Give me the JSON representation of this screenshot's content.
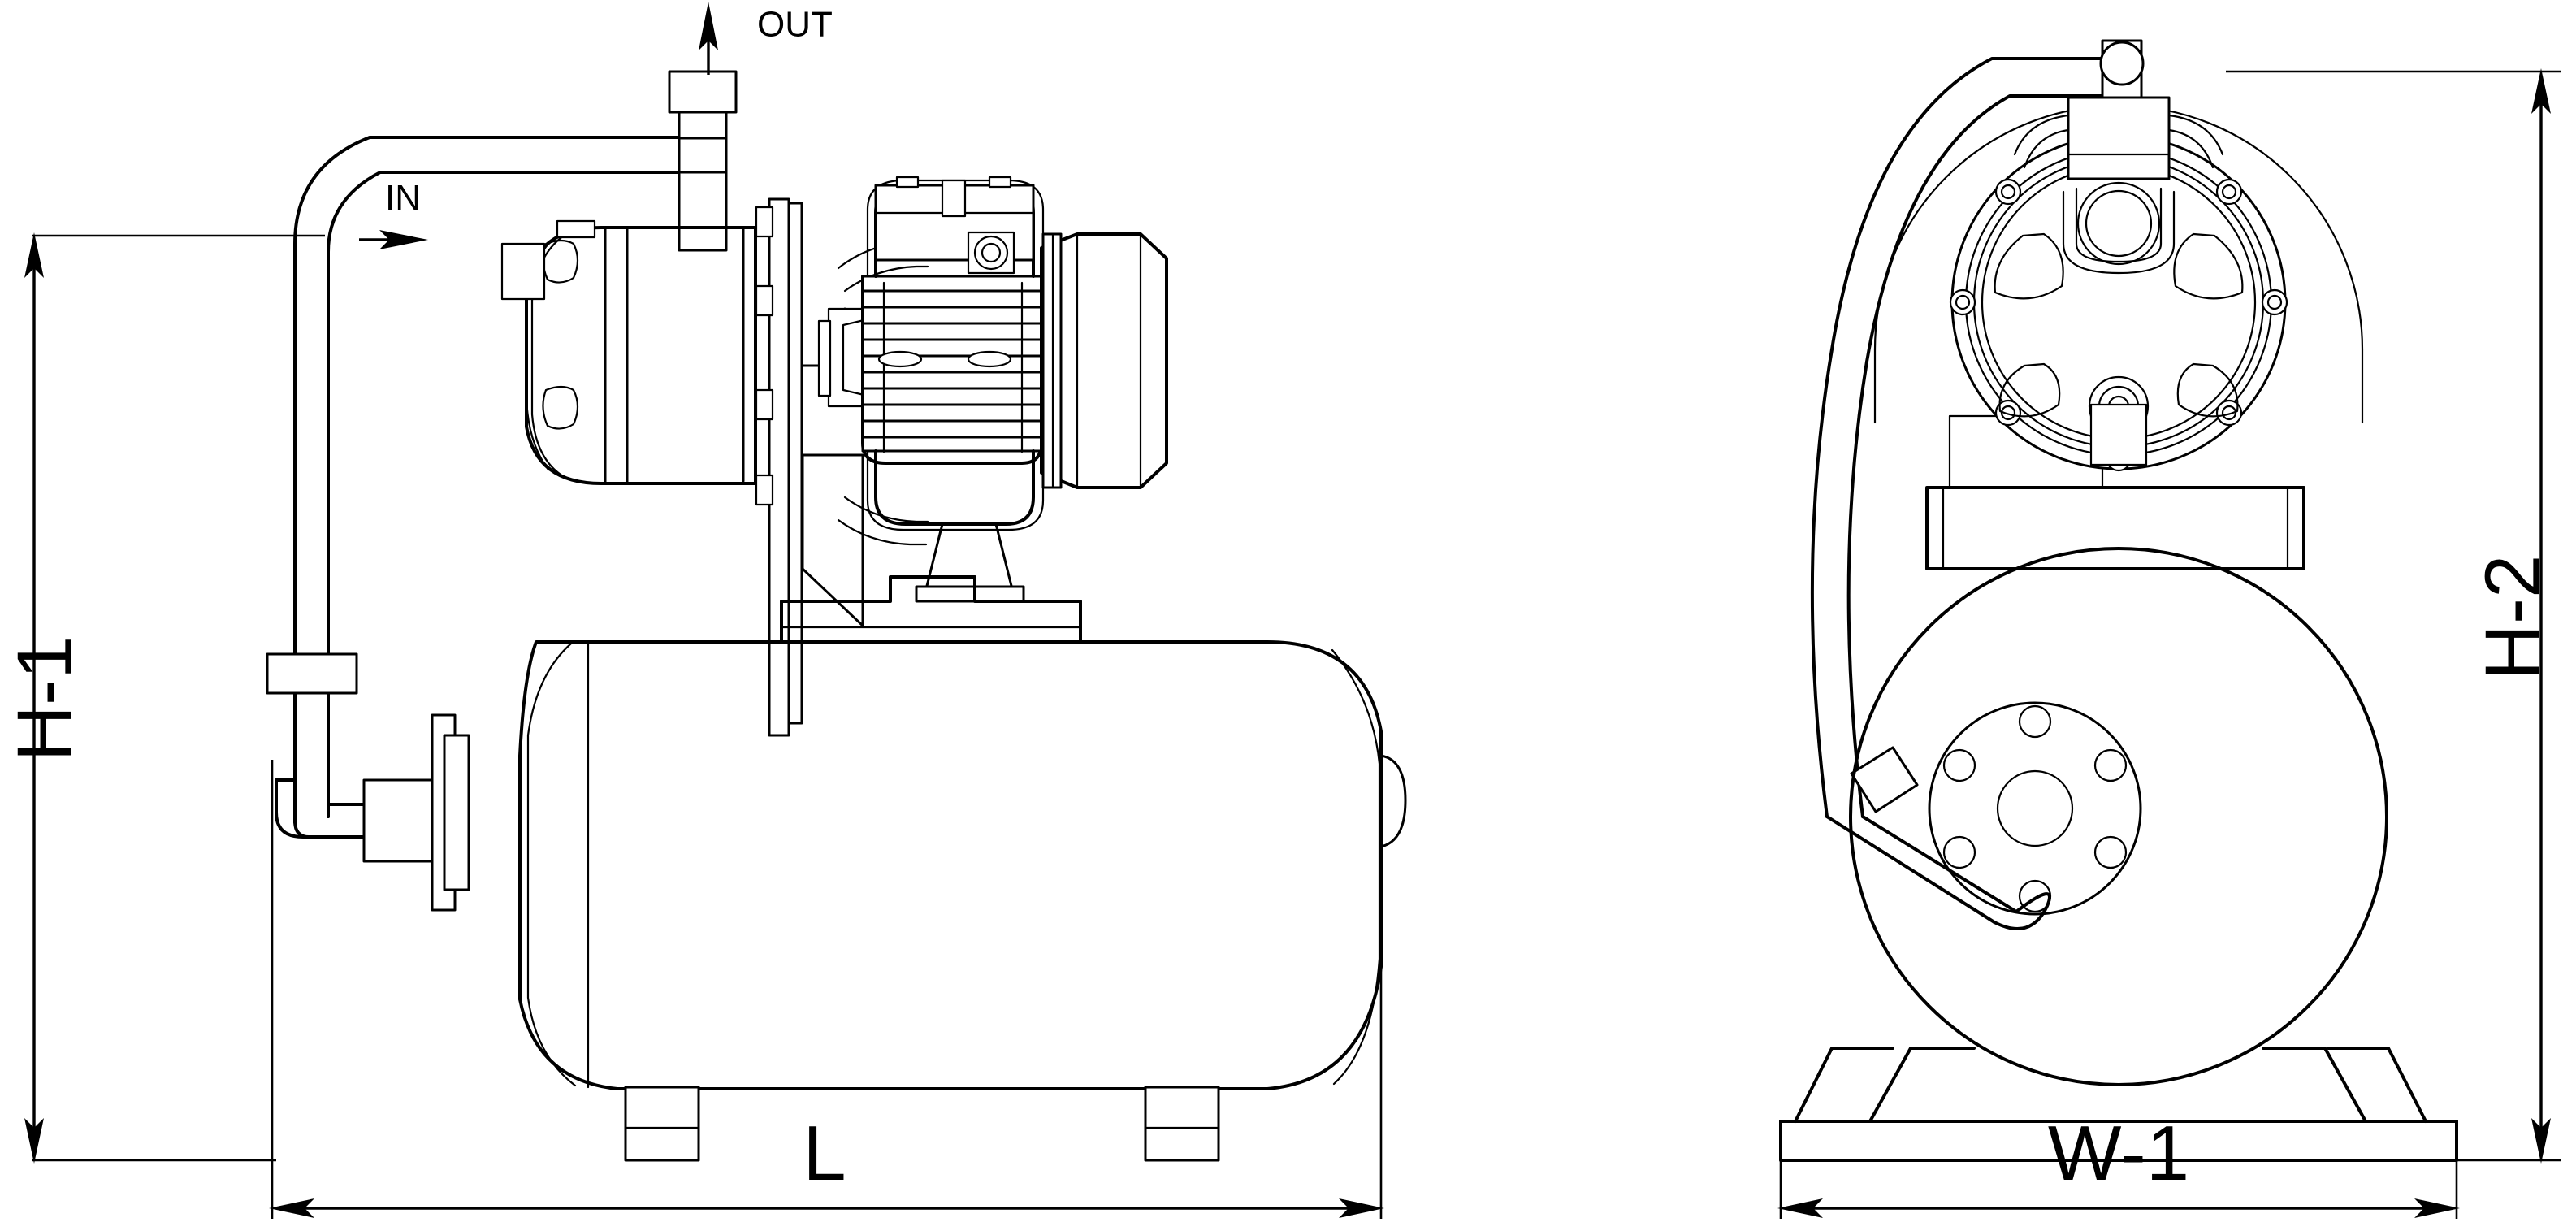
{
  "drawing": {
    "title": "Booster pump set with pressure tank — dimensional drawing",
    "background_color": "#ffffff",
    "line_color": "#000000",
    "views": [
      {
        "name": "side-elevation-view",
        "position": "left"
      },
      {
        "name": "front-elevation-view",
        "position": "right"
      }
    ]
  },
  "flow_labels": {
    "inlet": "IN",
    "outlet": "OUT"
  },
  "dimensions": {
    "height_overall": "H-1",
    "length_overall": "L",
    "height_pump": "H-2",
    "width_overall": "W-1"
  },
  "annotations": {
    "in_arrow_direction": "right",
    "out_arrow_direction": "up"
  }
}
